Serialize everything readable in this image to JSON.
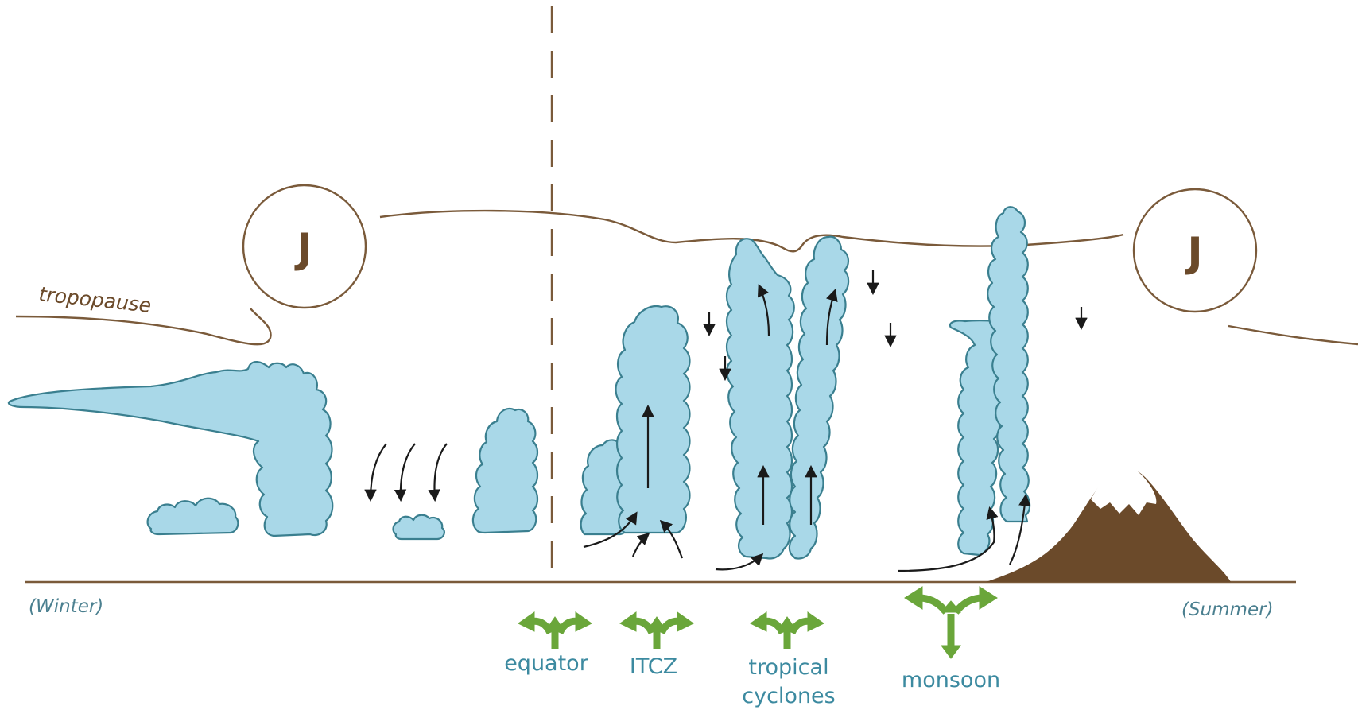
{
  "labels": {
    "tropopause": "tropopause",
    "winter": "(Winter)",
    "summer": "(Summer)",
    "jet_left": "J",
    "jet_right": "J"
  },
  "features": {
    "equator": "equator",
    "itcz": "ITCZ",
    "tropical_cyclones_line1": "tropical",
    "tropical_cyclones_line2": "cyclones",
    "monsoon": "monsoon"
  },
  "colors": {
    "cloud_fill": "#a9d8e8",
    "cloud_outline": "#3a7f8f",
    "ground_and_tropopause": "#7a5a3a",
    "mountain": "#6b4a2a",
    "divergence_arrows": "#6aa63a",
    "feature_text": "#3c8aa0"
  }
}
